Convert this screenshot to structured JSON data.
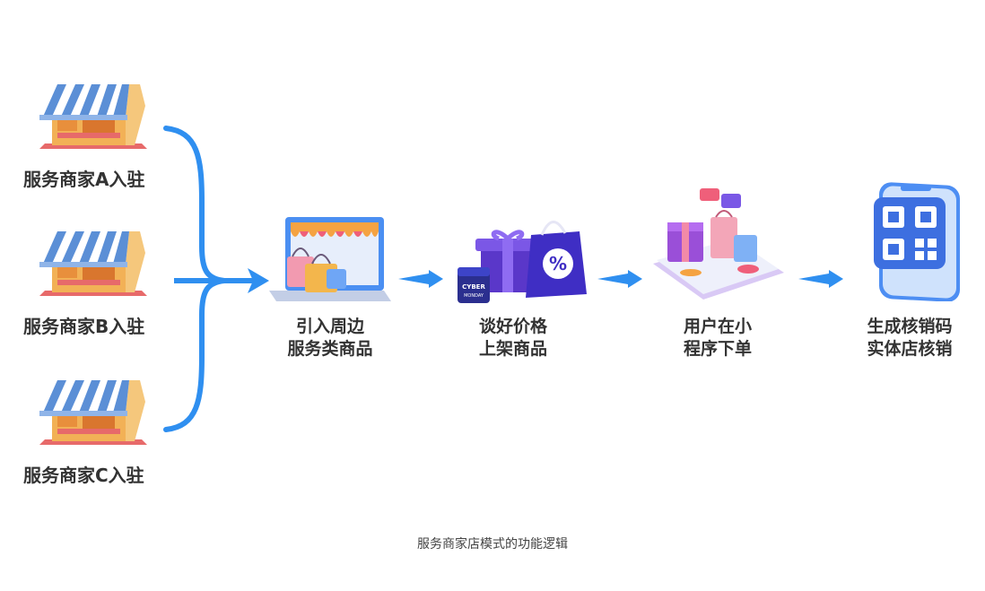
{
  "merchants": [
    {
      "label": "服务商家A入驻",
      "icon": "shop-icon"
    },
    {
      "label": "服务商家B入驻",
      "icon": "shop-icon"
    },
    {
      "label": "服务商家C入驻",
      "icon": "shop-icon"
    }
  ],
  "steps": [
    {
      "line1": "引入周边",
      "line2": "服务类商品",
      "icon": "laptop-shopping-icon"
    },
    {
      "line1": "谈好价格",
      "line2": "上架商品",
      "icon": "gift-sale-icon"
    },
    {
      "line1": "用户在小",
      "line2": "程序下单",
      "icon": "phone-shopping-icon"
    },
    {
      "line1": "生成核销码",
      "line2": "实体店核销",
      "icon": "qr-phone-icon"
    }
  ],
  "icon_text": {
    "calendar_line1": "CYBER",
    "calendar_line2": "MONDAY",
    "bag_symbol": "%"
  },
  "caption": "服务商家店模式的功能逻辑",
  "colors": {
    "arrow": "#2f8ff0",
    "awning_blue": "#5b8fd6",
    "shop_wall": "#f2b156",
    "qr_blue": "#3d6fe0"
  }
}
